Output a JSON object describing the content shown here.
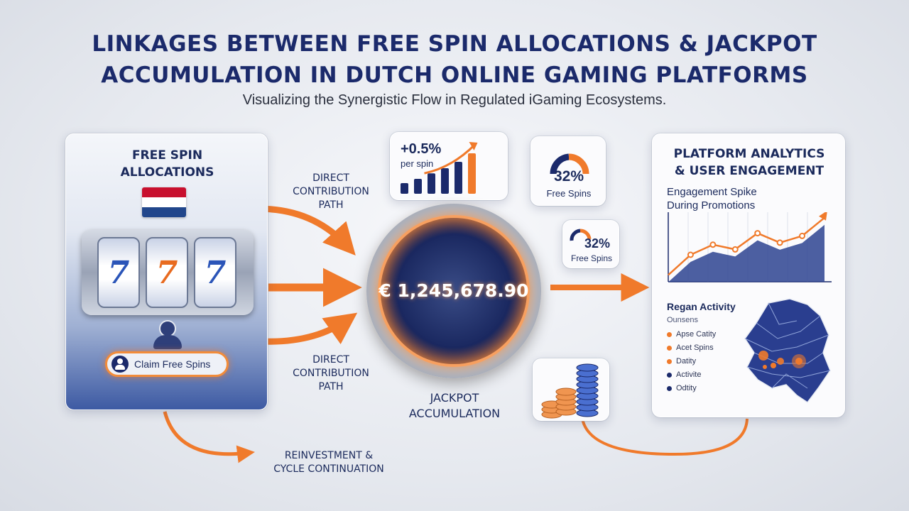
{
  "header": {
    "title_line1": "LINKAGES BETWEEN FREE SPIN ALLOCATIONS & JACKPOT",
    "title_line2": "ACCUMULATION IN DUTCH ONLINE GAMING PLATFORMS",
    "subtitle": "Visualizing the Synergistic Flow in Regulated iGaming Ecosystems."
  },
  "left_panel": {
    "title_line1": "FREE SPIN",
    "title_line2": "ALLOCATIONS",
    "reel_symbol": "7",
    "claim_button": "Claim Free Spins"
  },
  "paths": {
    "top_line1": "DIRECT",
    "top_line2": "CONTRIBUTION",
    "top_line3": "PATH",
    "bottom_line1": "DIRECT",
    "bottom_line2": "CONTRIBUTION",
    "bottom_line3": "PATH",
    "cycle_line1": "REINVESTMENT &",
    "cycle_line2": "CYCLE CONTINUATION"
  },
  "jackpot": {
    "amount": "€ 1,245,678.90",
    "label_line1": "JACKPOT",
    "label_line2": "ACCUMULATION"
  },
  "rate_card": {
    "value": "+0.5%",
    "unit": "per spin",
    "bar_levels": [
      0.25,
      0.35,
      0.48,
      0.6,
      0.75,
      0.95
    ]
  },
  "ring_card_1": {
    "value": "32%",
    "label": "Free Spins",
    "fraction": 0.32
  },
  "ring_card_2": {
    "value": "32%",
    "label": "Free Spins",
    "fraction": 0.32
  },
  "right_panel": {
    "title_line1": "PLATFORM ANALYTICS",
    "title_line2": "& USER ENGAGEMENT",
    "chart_title_line1": "Engagement Spike",
    "chart_title_line2": "During Promotions",
    "region_title": "Regan Activity",
    "region_sub": "Ounsens",
    "legend": [
      {
        "label": "Apse Catity",
        "color": "#f07a2b"
      },
      {
        "label": "Acet Spins",
        "color": "#f07a2b"
      },
      {
        "label": "Datity",
        "color": "#f07a2b"
      },
      {
        "label": "Activite",
        "color": "#1b2a6b"
      },
      {
        "label": "Odtity",
        "color": "#1b2a6b"
      }
    ]
  },
  "chart_data": {
    "type": "line",
    "title": "Engagement Spike During Promotions",
    "x": [
      1,
      2,
      3,
      4,
      5,
      6,
      7,
      8
    ],
    "series": [
      {
        "values": [
          10,
          40,
          55,
          48,
          72,
          58,
          68,
          95
        ]
      }
    ],
    "ylim": [
      0,
      100
    ],
    "xlabel": "",
    "ylabel": ""
  },
  "colors": {
    "accent": "#f07a2b",
    "navy": "#1b2a6b",
    "flag_red": "#c8102e",
    "flag_blue": "#21468b"
  }
}
